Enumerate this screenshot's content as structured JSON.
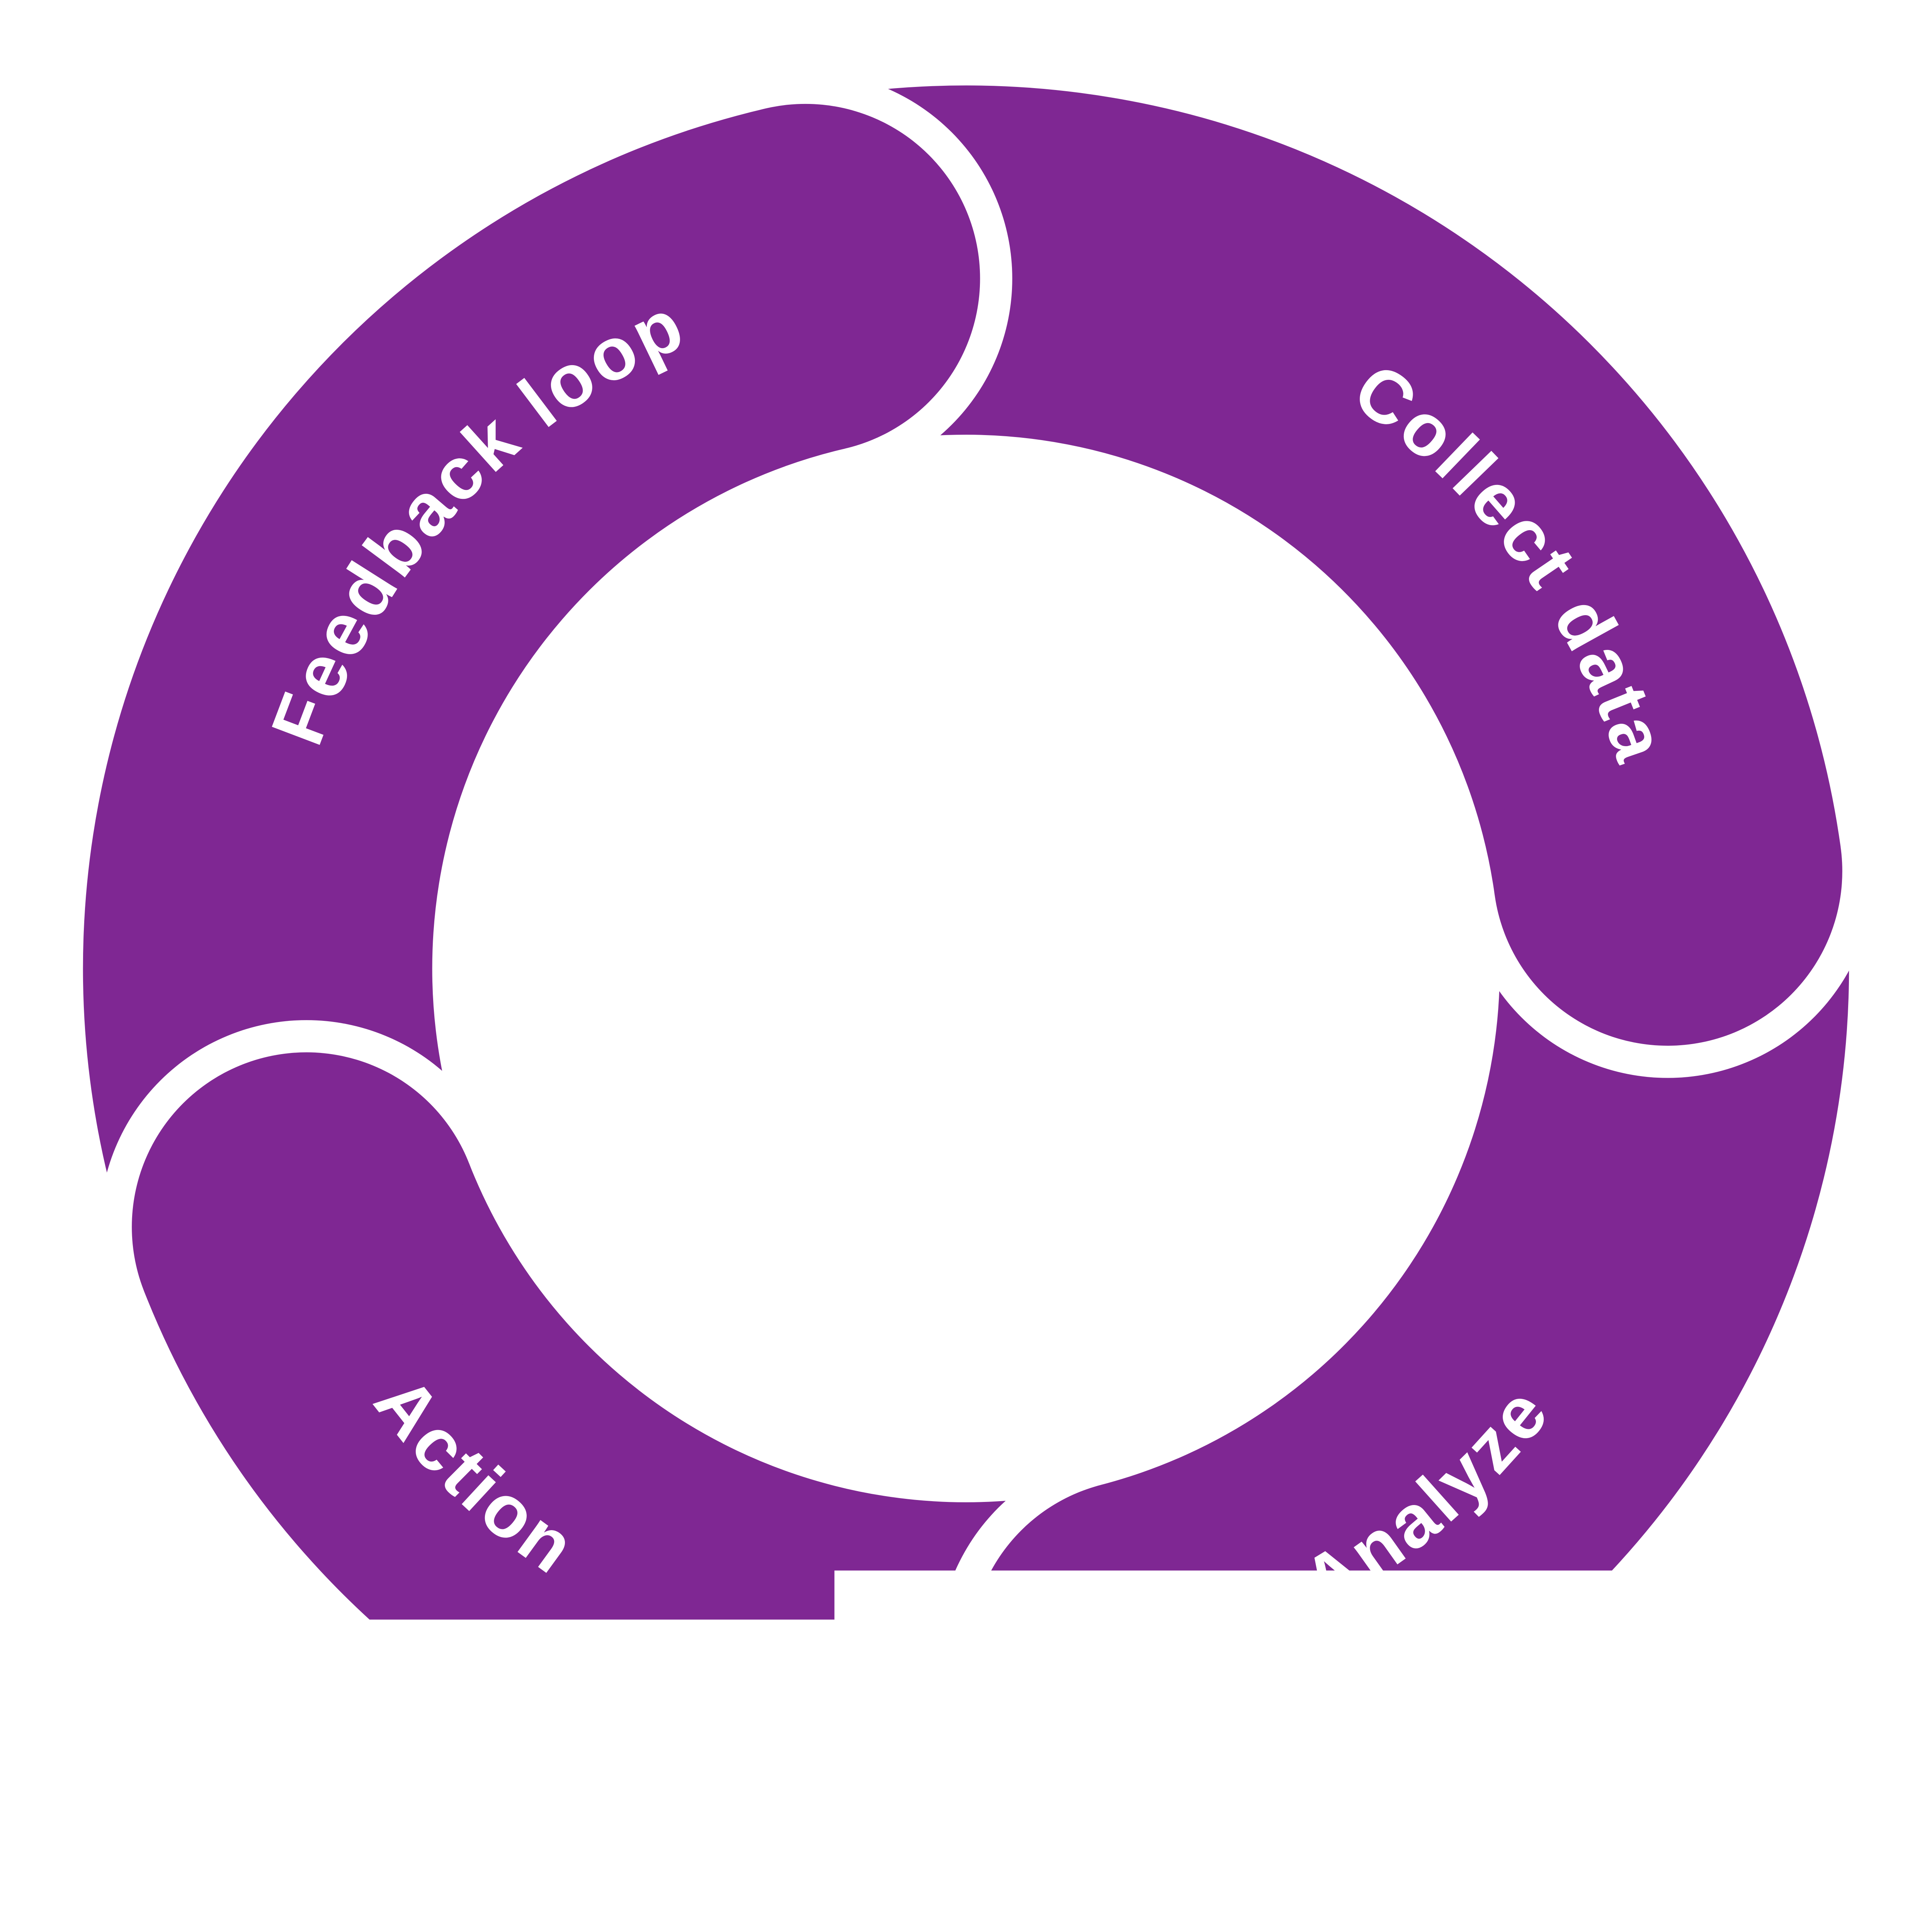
{
  "diagram": {
    "type": "cycle",
    "color": "#7f2793",
    "text_color": "#ffffff",
    "steps": [
      {
        "label": "Collect data"
      },
      {
        "label": "Analyze"
      },
      {
        "label": "Action"
      },
      {
        "label": "Feedback loop"
      }
    ]
  }
}
